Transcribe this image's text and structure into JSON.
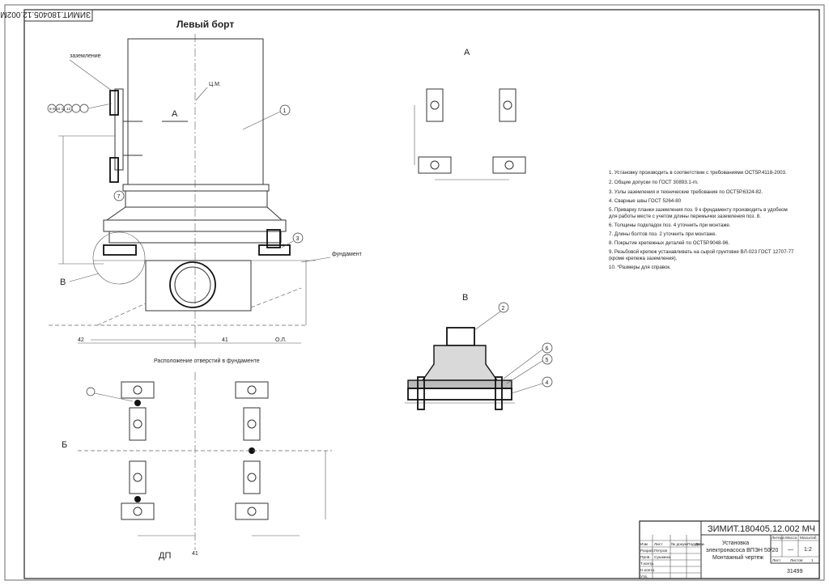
{
  "drawing": {
    "side_title": "Левый борт",
    "stamp_code": "ЗИМИТ.180405.12.002МЧ",
    "view_a_label": "A",
    "view_v_label": "B",
    "view_b_label": "Б",
    "grounding_label": "заземление",
    "foundation_label": "фундамент",
    "cm_label": "Ц.М.",
    "holes_title": "Расположение отверстий в фундаменте",
    "bubble_group": "8 9 10 11 12",
    "callouts": {
      "c1": "1",
      "c2": "2",
      "c3": "3",
      "c4": "4",
      "c5": "5",
      "c6": "6",
      "c7": "7"
    },
    "frame_marks": {
      "f42": "42",
      "f41": "41",
      "fol": "О.Л.",
      "fdp": "ДП",
      "f41b": "41"
    }
  },
  "notes": [
    "1. Установку производить в соответствии с требованиями ОСТ5Р.4118-2003.",
    "2. Общие допуски по ГОСТ 30893.1-m.",
    "3. Узлы заземления и технические требования по ОСТ5Р.6324-82.",
    "4. Сварные швы ГОСТ 5264-80",
    "5. Приварку планки заземления поз. 9 к фундаменту производить в удобном",
    "    для работы месте с учетом длины перемычки заземления поз. 8.",
    "6. Толщины подкладок поз. 4 уточнить при монтаже.",
    "7. Длины болтов поз. 2 уточнить при монтаже.",
    "8. Покрытие крепежных деталей по ОСТ5Р.9048-96.",
    "9. Резьбовой крепеж устанавливать на сырой грунтовке ВЛ-023 ГОСТ 12707-77",
    "    (кроме крепежа заземления).",
    "10. *Размеры для справок."
  ],
  "title_block": {
    "doc_code": "ЗИМИТ.180405.12.002  МЧ",
    "name_line1": "Установка",
    "name_line2": "электронасоса ВПЭН 50/20",
    "name_line3": "Монтажный чертеж",
    "lit_header": "Литера",
    "mass_header": "Масса",
    "scale_header": "Масштаб",
    "scale_value": "1:2",
    "mass_value": "—",
    "sheet_label": "Лист",
    "sheets_label": "Листов",
    "sheets_value": "1",
    "number": "31499",
    "roles": [
      "Изм",
      "Лист",
      "№ докум.",
      "Подпись",
      "Дата"
    ],
    "people": [
      {
        "role": "Разраб.",
        "name": "Петров"
      },
      {
        "role": "Пров.",
        "name": "Сушкина"
      },
      {
        "role": "Т.контр.",
        "name": ""
      },
      {
        "role": "Н.контр.",
        "name": ""
      },
      {
        "role": "Утв.",
        "name": ""
      }
    ]
  }
}
